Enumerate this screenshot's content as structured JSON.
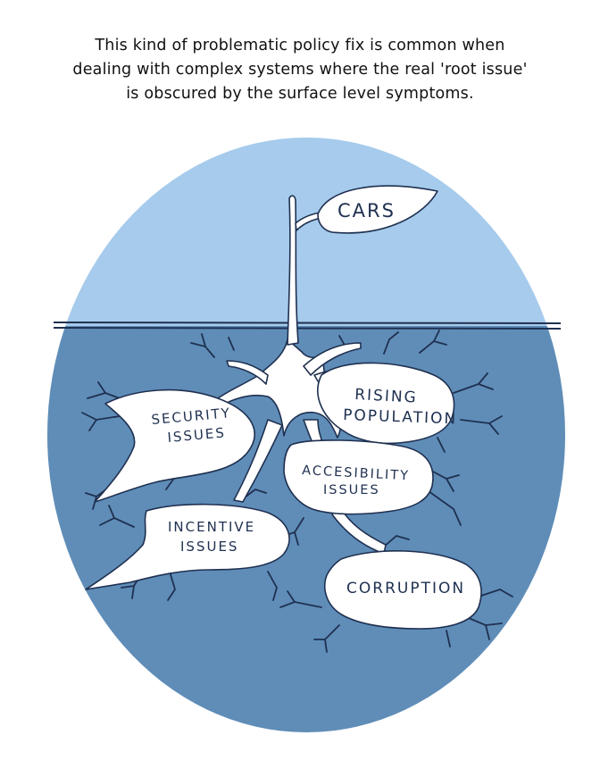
{
  "caption": {
    "line1": "This kind of problematic policy fix is common when",
    "line2": "dealing with complex systems where the real 'root issue'",
    "line3": "is obscured by the surface level symptoms."
  },
  "leaf": {
    "label": "CARS"
  },
  "roots": {
    "security": [
      "SECURITY",
      "ISSUES"
    ],
    "rising": [
      "RISING",
      "POPULATION"
    ],
    "accessibility": [
      "ACCESIBILITY",
      "ISSUES"
    ],
    "incentive": [
      "INCENTIVE",
      "ISSUES"
    ],
    "corruption": [
      "CORRUPTION"
    ]
  },
  "colors": {
    "sky": "#a6cbec",
    "ground": "#5f8db8",
    "root_fill": "#ffffff",
    "ink": "#1f3050",
    "caption_ink": "#111111"
  }
}
